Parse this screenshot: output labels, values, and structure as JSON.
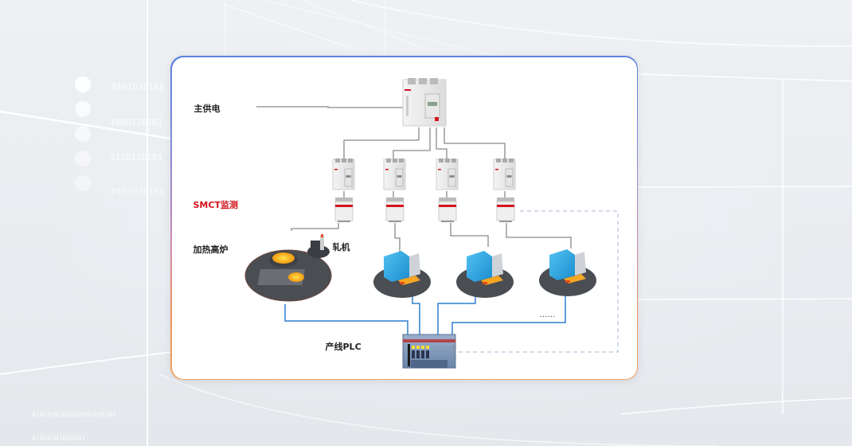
{
  "diagram": {
    "labels": {
      "main_power": "主供电",
      "smct_monitor": "SMCT监测",
      "heating_furnace": "加热高炉",
      "rolling_mill": "轧机",
      "plc": "产线PLC",
      "ellipsis": "……"
    },
    "nodes": {
      "main_breaker": {
        "type": "molded-case-circuit-breaker",
        "label": "主供电"
      },
      "branch_breakers": [
        {
          "type": "molded-case-circuit-breaker"
        },
        {
          "type": "molded-case-circuit-breaker"
        },
        {
          "type": "molded-case-circuit-breaker"
        },
        {
          "type": "molded-case-circuit-breaker"
        }
      ],
      "smct_sensors": [
        {
          "type": "smct-monitor"
        },
        {
          "type": "smct-monitor"
        },
        {
          "type": "smct-monitor"
        },
        {
          "type": "smct-monitor"
        }
      ],
      "loads": [
        {
          "type": "furnace-and-mill",
          "labels": [
            "加热高炉",
            "轧机"
          ]
        },
        {
          "type": "machine-station"
        },
        {
          "type": "machine-station"
        },
        {
          "type": "machine-station"
        }
      ],
      "plc": {
        "type": "plc",
        "label": "产线PLC"
      }
    },
    "colors": {
      "power_line": "#8a8a8a",
      "signal_line": "#2f7fd0",
      "dashed_line": "#b8c8e0",
      "accent_red": "#d4141c",
      "card_border_top": "#5b84dd",
      "card_border_bottom": "#f2a05a"
    }
  }
}
